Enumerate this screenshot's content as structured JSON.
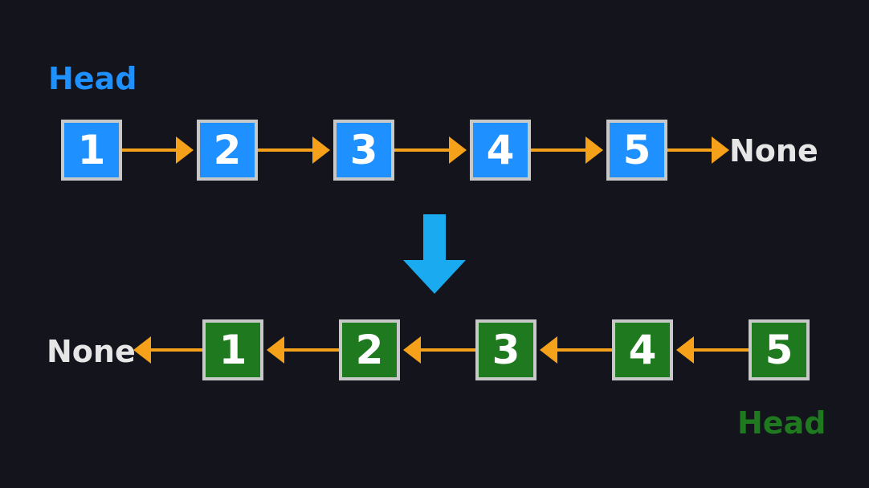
{
  "colors": {
    "background": "#14141c",
    "original_node": "#1e90ff",
    "reversed_node": "#1f7a1f",
    "node_border": "#c8c8c8",
    "pointer_arrow": "#f5a21a",
    "transform_arrow": "#19aaf0",
    "original_head": "#1e90ff",
    "reversed_head": "#1f7a1f",
    "none_text": "#e6e6e6"
  },
  "original_list": {
    "head_label": "Head",
    "nodes": [
      "1",
      "2",
      "3",
      "4",
      "5"
    ],
    "tail_label": "None",
    "arrow_direction": "right"
  },
  "reversed_list": {
    "head_label": "Head",
    "nodes": [
      "1",
      "2",
      "3",
      "4",
      "5"
    ],
    "tail_label": "None",
    "arrow_direction": "left"
  },
  "transform_arrow_icon": "arrow-down-icon"
}
